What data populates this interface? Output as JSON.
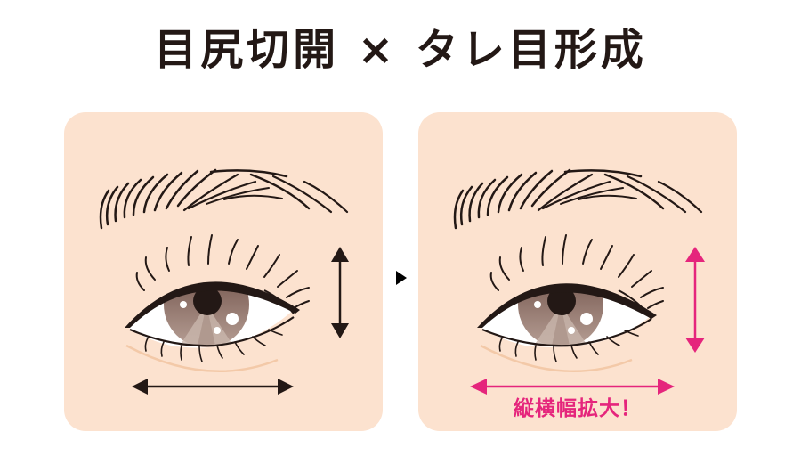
{
  "title": "目尻切開 × タレ目形成",
  "colors": {
    "background": "#ffffff",
    "panel_fill": "#fce2cf",
    "ink": "#231815",
    "accent_pink": "#e5257c",
    "iris_top": "#6b4c44",
    "iris_bottom": "#b79f95",
    "under_eye_line": "#f3c9a8"
  },
  "panels": [
    {
      "id": "before",
      "label": "",
      "arrow_color": "#231815",
      "arrows": [
        "vertical-double-arrow",
        "horizontal-double-arrow"
      ]
    },
    {
      "id": "after",
      "caption": "縦横幅拡大！",
      "arrow_color": "#e5257c",
      "arrows": [
        "vertical-double-arrow",
        "horizontal-double-arrow"
      ]
    }
  ],
  "transition_icon": "right-triangle-icon"
}
